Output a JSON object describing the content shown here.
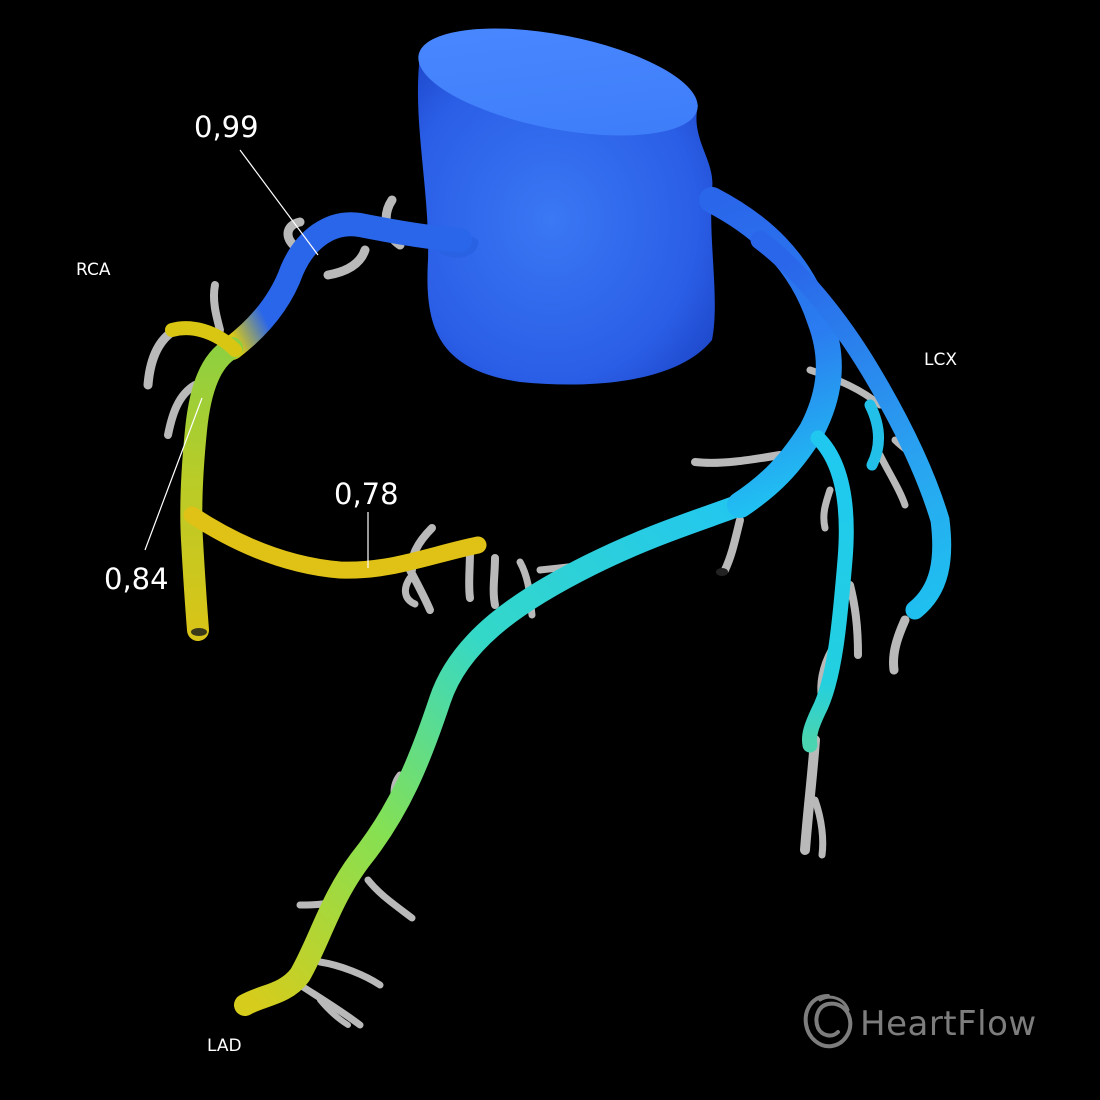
{
  "labels": {
    "rca": "RCA",
    "lcx": "LCX",
    "lad": "LAD"
  },
  "ffr_values": {
    "upper_rca": "0,99",
    "mid_rca": "0,78",
    "proximal_rca_branch": "0,84"
  },
  "watermark": {
    "text": "HeartFlow"
  },
  "colors": {
    "background": "#000000",
    "aorta": "#2e6cf0",
    "ffr_high": "#2a66ea",
    "ffr_cyan": "#1fd0f0",
    "ffr_green": "#8ee04a",
    "ffr_yellow": "#e3c514",
    "side_branch": "#b8b8b8"
  },
  "icons": {
    "watermark_logo": "heartflow-logo-icon"
  }
}
